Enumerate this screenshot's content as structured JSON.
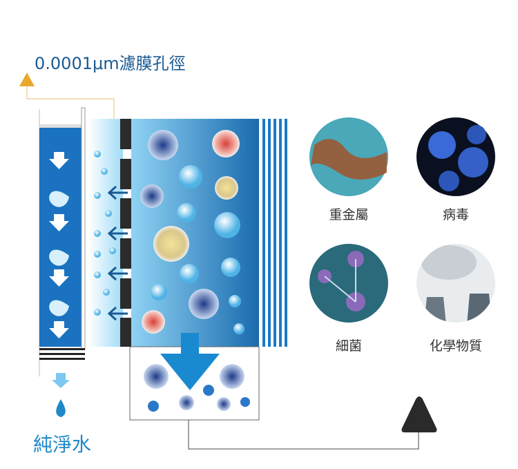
{
  "title": "0.0001μm濾膜孔徑",
  "output_label": "純淨水",
  "contaminants": [
    {
      "label": "重金屬",
      "icon": "heavy-metal-icon"
    },
    {
      "label": "病毒",
      "icon": "virus-icon"
    },
    {
      "label": "細菌",
      "icon": "bacteria-icon"
    },
    {
      "label": "化學物質",
      "icon": "chemical-plant-icon"
    }
  ],
  "colors": {
    "accent": "#e8a82c",
    "blue": "#1a6fb8",
    "light_blue": "#5bb8e8",
    "title": "#1a5a93"
  }
}
